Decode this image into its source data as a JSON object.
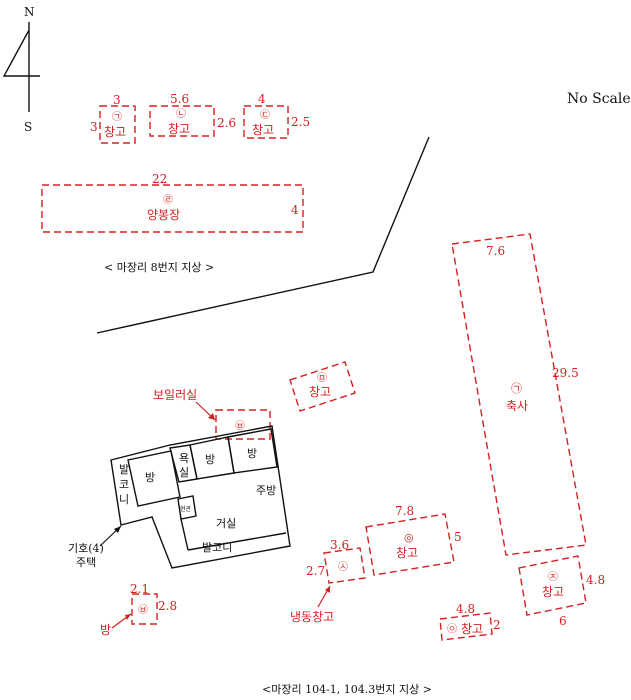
{
  "north_arrow": {
    "n_label": "N",
    "s_label": "S"
  },
  "scale_note": "No Scale",
  "upper_caption": "< 마장리 8번지 지상 >",
  "lower_caption": "<마장리 104-1, 104.3번지 지상 >",
  "upper_buildings": {
    "warehouse_a": {
      "marker": "㉠",
      "label": "창고",
      "dim_top": "3",
      "dim_side": "3"
    },
    "warehouse_b": {
      "marker": "㉡",
      "label": "창고",
      "dim_top": "5.6",
      "dim_side": "2.6"
    },
    "warehouse_c": {
      "marker": "㉢",
      "label": "창고",
      "dim_top": "4",
      "dim_side": "2.5"
    },
    "beekeeping": {
      "marker": "㉣",
      "label": "양봉장",
      "dim_top": "22",
      "dim_side": "4"
    }
  },
  "lower_buildings": {
    "livestock_shed": {
      "marker": "㉠",
      "label": "축사",
      "dim_top": "7.6",
      "dim_side": "29.5"
    },
    "warehouse_e": {
      "marker": "㉤",
      "label": "창고"
    },
    "boiler_room": {
      "marker": "㉥",
      "callout": "보일러실"
    },
    "warehouse_o": {
      "marker": "◎",
      "label": "창고",
      "dim_top": "7.8",
      "dim_side": "5"
    },
    "freezer": {
      "marker": "㉦",
      "callout": "냉동창고",
      "dim_top": "3.6",
      "dim_side": "2.7"
    },
    "warehouse_j": {
      "marker": "㉧",
      "label": "창고",
      "dim_top": "4.8",
      "dim_side": "2"
    },
    "warehouse_ch": {
      "marker": "㉨",
      "label": "창고",
      "dim_bottom": "6",
      "dim_side": "4.8"
    },
    "small_room": {
      "marker": "㉥",
      "callout": "방",
      "dim_top": "2.1",
      "dim_side": "2.8"
    }
  },
  "house": {
    "callout_line1": "기호(4)",
    "callout_line2": "주택",
    "rooms": {
      "balcony_left": "발코니",
      "room_left": "방",
      "bath": "욕실",
      "room_mid": "방",
      "room_right": "방",
      "kitchen": "주방",
      "living": "거실",
      "entrance": "현관",
      "balcony_bottom": "발코니"
    }
  },
  "colors": {
    "annotation": "#d62020",
    "structure": "#111111"
  }
}
